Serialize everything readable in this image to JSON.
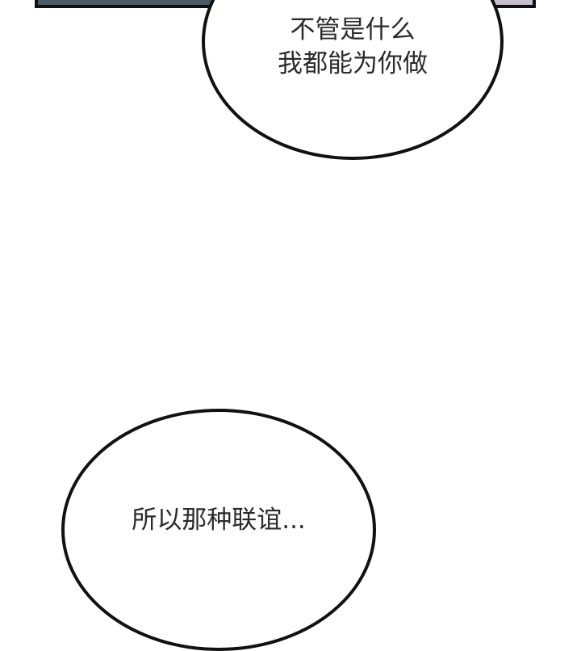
{
  "colors": {
    "panel_left_fill": "#4c5c66",
    "panel_right_fill": "#c4c0d0",
    "outline": "#111111",
    "text": "#2b2b2b"
  },
  "bubbles": [
    {
      "id": "top",
      "lines": [
        "不管是什么",
        "我都能为你做"
      ]
    },
    {
      "id": "bottom",
      "lines": [
        "所以那种联谊..."
      ]
    }
  ]
}
